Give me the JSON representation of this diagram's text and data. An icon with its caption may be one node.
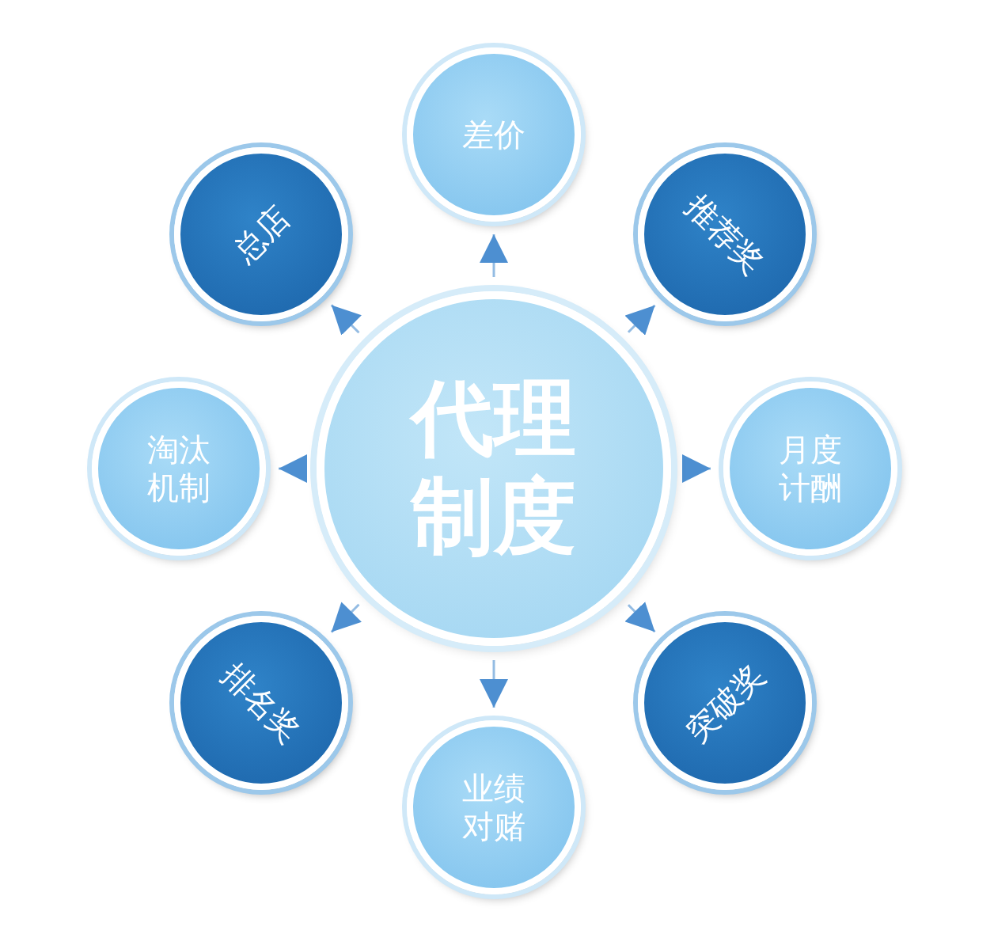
{
  "diagram": {
    "nodes": [
      {
        "text": [
          "代理制度"
        ]
      },
      {
        "text": [
          "差价"
        ]
      },
      {
        "text": [
          "推荐奖"
        ]
      },
      {
        "text": [
          "月度计酬"
        ]
      },
      {
        "text": [
          "突破奖"
        ]
      },
      {
        "text": [
          "业绩对赌"
        ]
      },
      {
        "text": [
          "排名奖"
        ]
      },
      {
        "text": [
          "淘汰机制"
        ]
      },
      {
        "text": [
          "总店"
        ]
      }
    ],
    "edges": [
      {
        "from": 0,
        "to": 1,
        "arrow": "to"
      },
      {
        "from": 0,
        "to": 2,
        "arrow": "to"
      },
      {
        "from": 0,
        "to": 3,
        "arrow": "to"
      },
      {
        "from": 0,
        "to": 4,
        "arrow": "to"
      },
      {
        "from": 0,
        "to": 5,
        "arrow": "to"
      },
      {
        "from": 0,
        "to": 6,
        "arrow": "to"
      },
      {
        "from": 0,
        "to": 7,
        "arrow": "to"
      },
      {
        "from": 0,
        "to": 8,
        "arrow": "to"
      }
    ]
  }
}
